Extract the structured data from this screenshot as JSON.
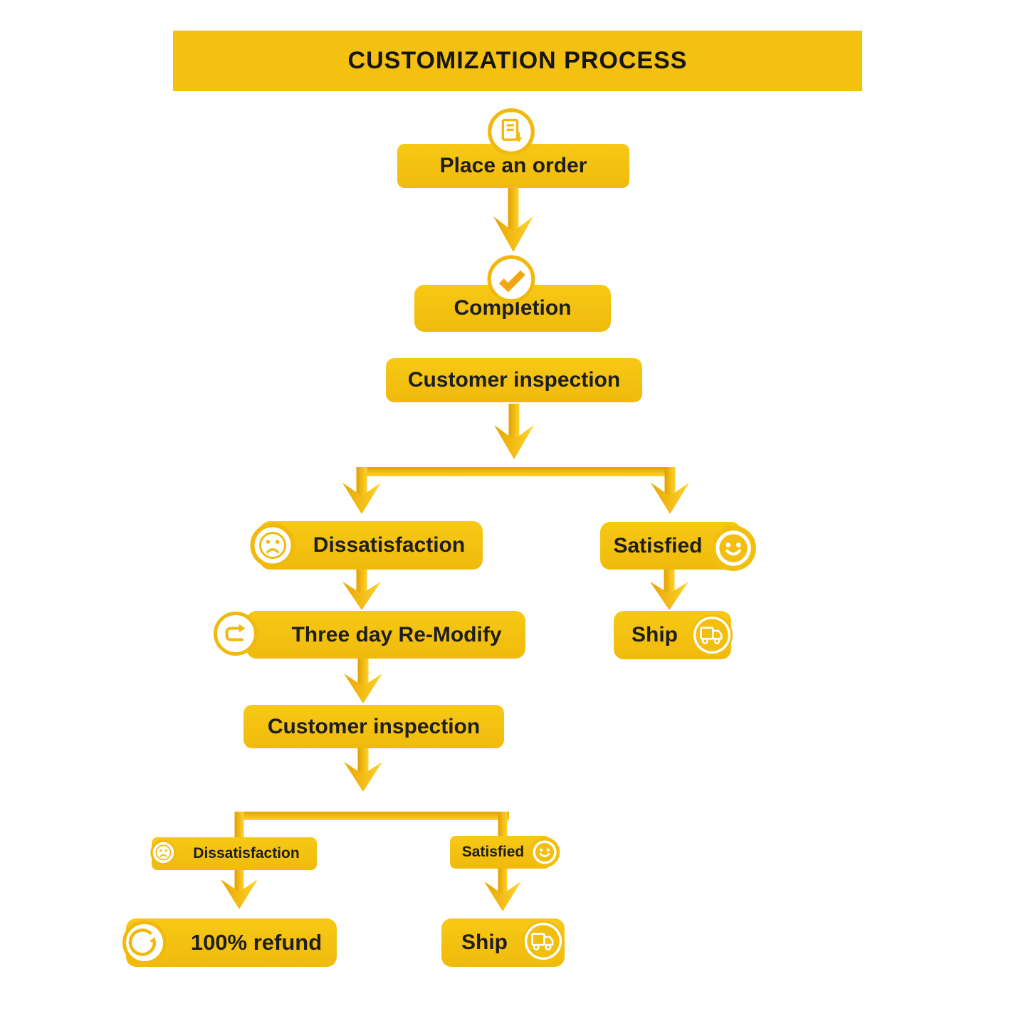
{
  "title": "CUSTOMIZATION PROCESS",
  "colors": {
    "gold": "#F4C113",
    "gold_dark": "#E2A100",
    "gold_light": "#FFD32B",
    "icon_ring": "#F2B90D",
    "text": "#1E1E1E",
    "background": "#FFFFFF"
  },
  "nodes": {
    "place_order": {
      "label": "Place an order",
      "icon": "order-document-icon"
    },
    "completion": {
      "label": "Completion",
      "icon": "checkmark-icon"
    },
    "inspection1": {
      "label": "Customer inspection",
      "icon": null
    },
    "dissatisfaction1": {
      "label": "Dissatisfaction",
      "icon": "sad-face-icon"
    },
    "satisfied1": {
      "label": "Satisfied",
      "icon": "smiley-face-icon"
    },
    "remodify": {
      "label": "Three day Re-Modify",
      "icon": "redo-icon"
    },
    "ship1": {
      "label": "Ship",
      "icon": "truck-icon"
    },
    "inspection2": {
      "label": "Customer inspection",
      "icon": null
    },
    "dissatisfaction2": {
      "label": "Dissatisfaction",
      "icon": "sad-face-icon"
    },
    "satisfied2": {
      "label": "Satisfied",
      "icon": "smiley-face-icon"
    },
    "refund": {
      "label": "100% refund",
      "icon": "refund-refresh-icon"
    },
    "ship2": {
      "label": "Ship",
      "icon": "truck-icon"
    }
  }
}
